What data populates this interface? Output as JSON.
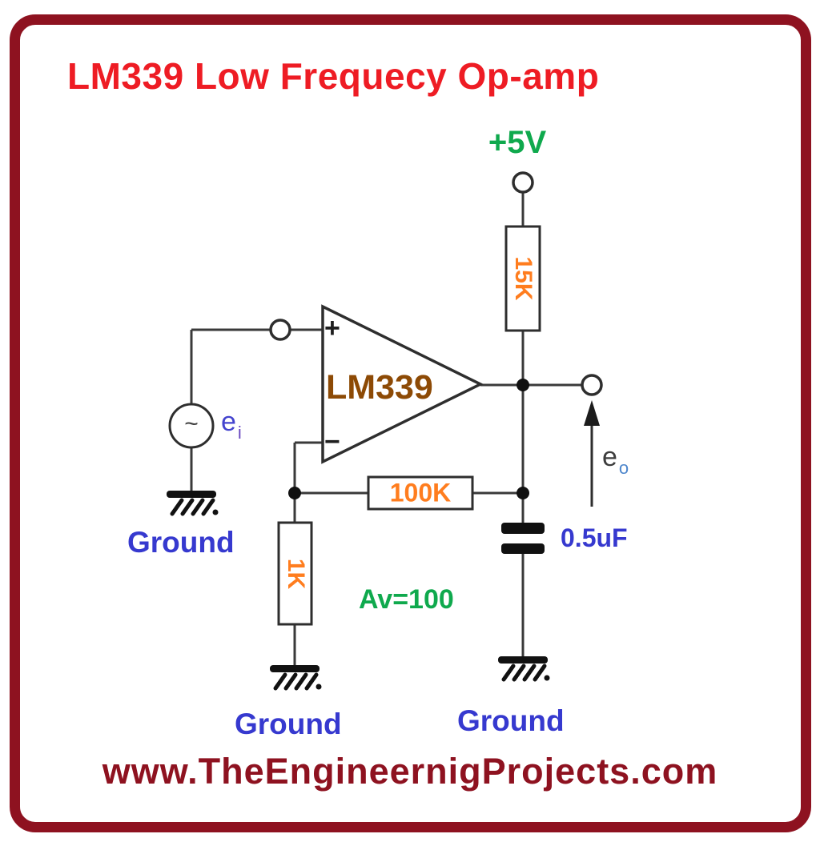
{
  "title": {
    "text": "LM339 Low Frequecy Op-amp"
  },
  "footer": {
    "text": "www.TheEngineernigProjects.com"
  },
  "colors": {
    "border": "#8e1220",
    "title": "#ee1c24",
    "footer": "#8e1220",
    "green": "#0fa94d",
    "orange": "#ff7d1e",
    "blue": "#3639cf",
    "brown": "#8d4a05"
  },
  "circuit": {
    "supply": {
      "label": "+5V"
    },
    "opamp": {
      "name": "LM339",
      "plus_input": "+",
      "minus_input": "−"
    },
    "resistor_15k": {
      "label": "15K"
    },
    "resistor_100k": {
      "label": "100K"
    },
    "resistor_1k": {
      "label": "1K"
    },
    "capacitor": {
      "label": "0.5uF"
    },
    "gain": {
      "label": "Av=100"
    },
    "source": {
      "symbol": "~",
      "label": "e",
      "label_sub": "i"
    },
    "output": {
      "label": "e",
      "label_sub": "o"
    },
    "ground_left": {
      "label": "Ground"
    },
    "ground_middle": {
      "label": "Ground"
    },
    "ground_right": {
      "label": "Ground"
    }
  }
}
